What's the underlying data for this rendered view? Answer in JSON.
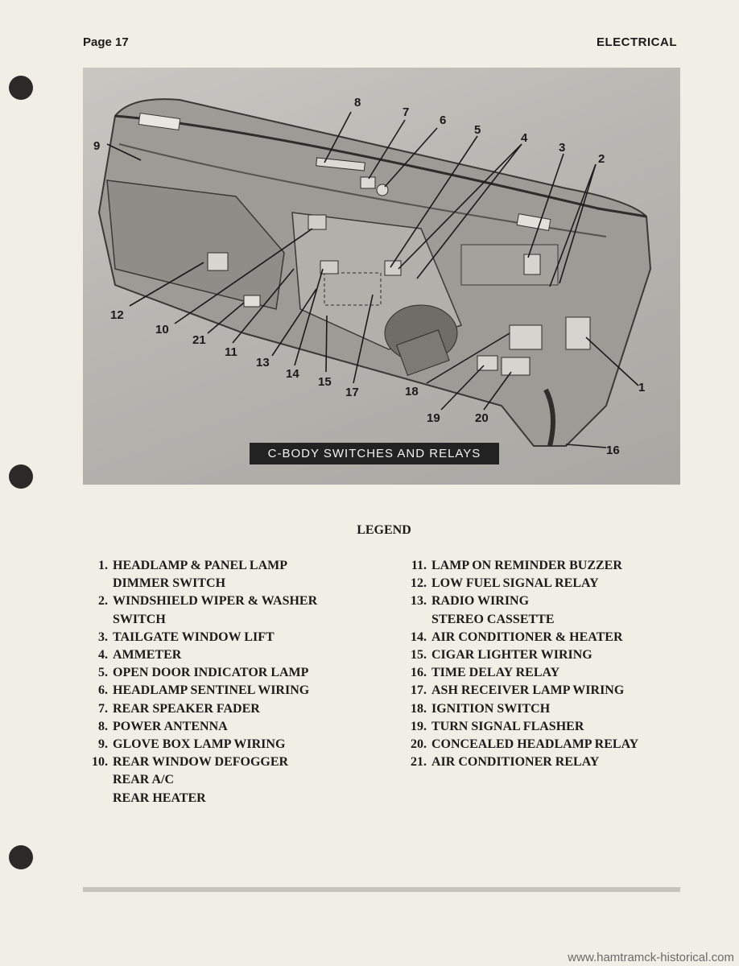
{
  "header": {
    "page": "Page 17",
    "section": "ELECTRICAL"
  },
  "figure": {
    "caption": "C-BODY SWITCHES AND RELAYS",
    "callouts": [
      "1",
      "2",
      "3",
      "4",
      "5",
      "6",
      "7",
      "8",
      "9",
      "10",
      "11",
      "12",
      "13",
      "14",
      "15",
      "16",
      "17",
      "18",
      "19",
      "20",
      "21"
    ]
  },
  "legend": {
    "title": "LEGEND",
    "left": [
      {
        "n": "1.",
        "lines": [
          "HEADLAMP & PANEL LAMP",
          "DIMMER SWITCH"
        ]
      },
      {
        "n": "2.",
        "lines": [
          "WINDSHIELD WIPER & WASHER",
          "SWITCH"
        ]
      },
      {
        "n": "3.",
        "lines": [
          "TAILGATE WINDOW LIFT"
        ]
      },
      {
        "n": "4.",
        "lines": [
          "AMMETER"
        ]
      },
      {
        "n": "5.",
        "lines": [
          "OPEN DOOR INDICATOR LAMP"
        ]
      },
      {
        "n": "6.",
        "lines": [
          "HEADLAMP SENTINEL WIRING"
        ]
      },
      {
        "n": "7.",
        "lines": [
          "REAR SPEAKER FADER"
        ]
      },
      {
        "n": "8.",
        "lines": [
          "POWER ANTENNA"
        ]
      },
      {
        "n": "9.",
        "lines": [
          "GLOVE BOX LAMP WIRING"
        ]
      },
      {
        "n": "10.",
        "lines": [
          "REAR WINDOW DEFOGGER",
          "REAR A/C",
          "REAR HEATER"
        ]
      }
    ],
    "right": [
      {
        "n": "11.",
        "lines": [
          "LAMP ON REMINDER BUZZER"
        ]
      },
      {
        "n": "12.",
        "lines": [
          "LOW FUEL SIGNAL RELAY"
        ]
      },
      {
        "n": "13.",
        "lines": [
          "RADIO WIRING",
          "STEREO CASSETTE"
        ]
      },
      {
        "n": "14.",
        "lines": [
          "AIR CONDITIONER & HEATER"
        ]
      },
      {
        "n": "15.",
        "lines": [
          "CIGAR LIGHTER WIRING"
        ]
      },
      {
        "n": "16.",
        "lines": [
          "TIME DELAY RELAY"
        ]
      },
      {
        "n": "17.",
        "lines": [
          "ASH RECEIVER LAMP WIRING"
        ]
      },
      {
        "n": "18.",
        "lines": [
          "IGNITION SWITCH"
        ]
      },
      {
        "n": "19.",
        "lines": [
          "TURN SIGNAL FLASHER"
        ]
      },
      {
        "n": "20.",
        "lines": [
          "CONCEALED HEADLAMP RELAY"
        ]
      },
      {
        "n": "21.",
        "lines": [
          "AIR CONDITIONER RELAY"
        ]
      }
    ]
  },
  "watermark": "www.hamtramck-historical.com"
}
